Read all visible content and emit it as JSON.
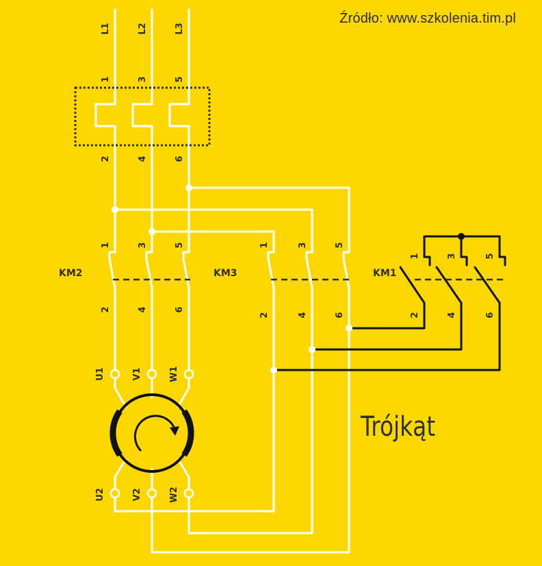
{
  "source_caption": "Źródło: www.szkolenia.tim.pl",
  "mode_label": "Trójkąt",
  "colors": {
    "background": "#fdd800",
    "wire_white": "#ffffff",
    "wire_black": "#111111",
    "text": "#2f2f2f"
  },
  "lines": [
    "L1",
    "L2",
    "L3"
  ],
  "protection_terminals_top": [
    "1",
    "3",
    "5"
  ],
  "protection_terminals_bottom": [
    "2",
    "4",
    "6"
  ],
  "contactors": {
    "km2": {
      "name": "KM2",
      "top": [
        "1",
        "3",
        "5"
      ],
      "bottom": [
        "2",
        "4",
        "6"
      ]
    },
    "km3": {
      "name": "KM3",
      "top": [
        "1",
        "3",
        "5"
      ],
      "bottom": [
        "2",
        "4",
        "6"
      ]
    },
    "km1": {
      "name": "KM1",
      "top": [
        "1",
        "3",
        "5"
      ],
      "bottom": [
        "2",
        "4",
        "6"
      ]
    }
  },
  "motor": {
    "top_terminals": [
      "U1",
      "V1",
      "W1"
    ],
    "bottom_terminals": [
      "U2",
      "V2",
      "W2"
    ]
  }
}
